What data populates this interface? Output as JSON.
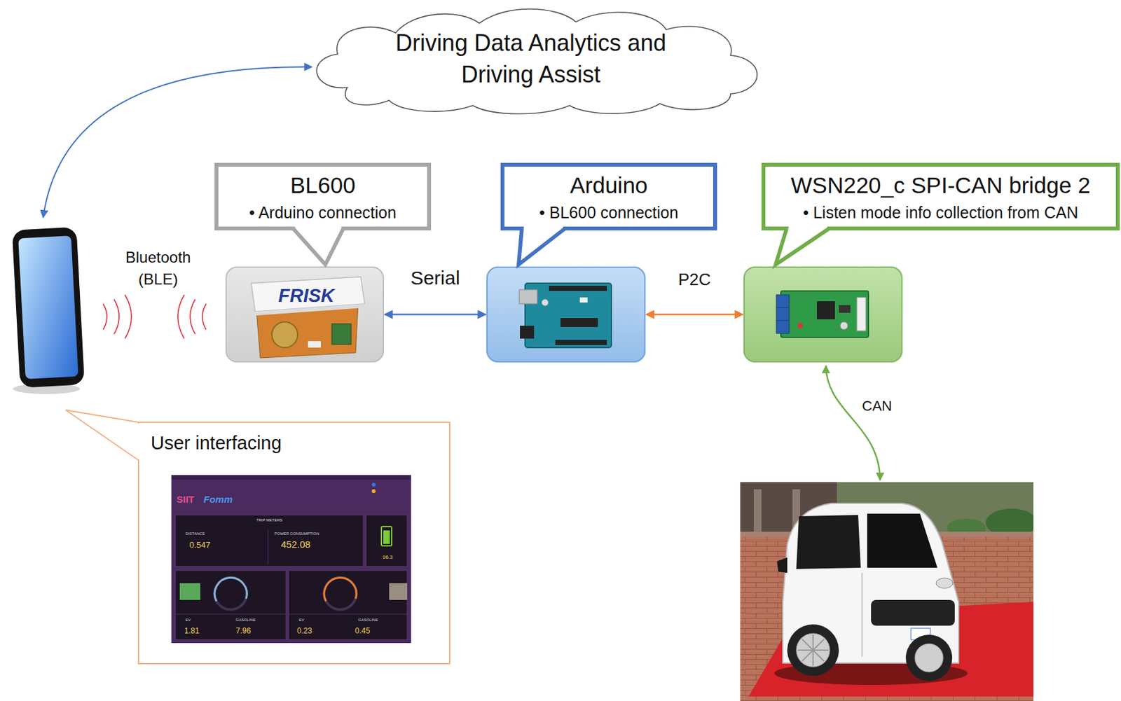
{
  "diagram": {
    "nodes": [
      {
        "text": [
          "Driving Data Analytics and Driving Assist"
        ]
      },
      {
        "text": [
          "BL600",
          "• Arduino connection"
        ]
      },
      {
        "text": [
          "Arduino",
          "• BL600  connection"
        ]
      },
      {
        "text": [
          "WSN220_c SPI-CAN bridge 2",
          "• Listen mode info collection from CAN"
        ]
      },
      {
        "text": [
          "User interfacing"
        ]
      }
    ],
    "edges": [
      {
        "from": 1,
        "to": 2,
        "arrow": "both",
        "label": "Serial"
      },
      {
        "from": 2,
        "to": 3,
        "arrow": "both",
        "label": "P2C"
      }
    ],
    "labels": [
      "Bluetooth (BLE)",
      "FRISK",
      "CAN",
      "SIIT",
      "Fomm",
      "TRIP METERS",
      "DISTANCE",
      "POWER CONSUMPTION",
      "0.547",
      "452.08",
      "96.3",
      "EV",
      "GASOLINE",
      "1.81",
      "7.96",
      "EV",
      "GASOLINE",
      "0.23",
      "0.45"
    ]
  }
}
